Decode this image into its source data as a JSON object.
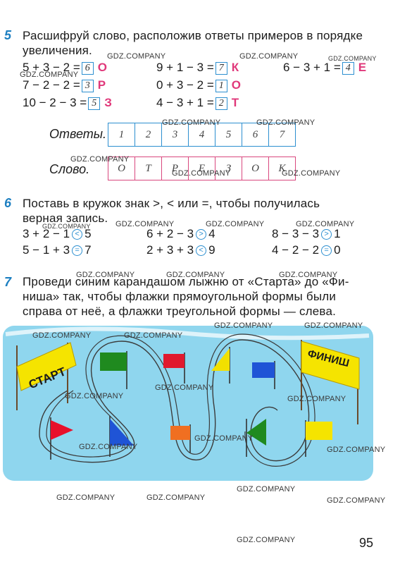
{
  "task5": {
    "number": "5",
    "text_line1": "Расшифруй слово, расположив ответы примеров в порядке",
    "text_line2": "увеличения.",
    "examples": [
      {
        "expr": "5 + 3 − 2 =",
        "answer": "6",
        "letter": "О"
      },
      {
        "expr": "9 + 1 − 3 =",
        "answer": "7",
        "letter": "К"
      },
      {
        "expr": "6 − 3 + 1 =",
        "answer": "4",
        "letter": "Е"
      },
      {
        "expr": "7 − 2 − 2 =",
        "answer": "3",
        "letter": "Р"
      },
      {
        "expr": "0 + 3 − 2 =",
        "answer": "1",
        "letter": "О"
      },
      {
        "expr": "10 − 2 − 3 =",
        "answer": "5",
        "letter": "З"
      },
      {
        "expr": "4 − 3 + 1 =",
        "answer": "2",
        "letter": "Т"
      }
    ],
    "answers_label": "Ответы.",
    "answers": [
      "1",
      "2",
      "3",
      "4",
      "5",
      "6",
      "7"
    ],
    "word_label": "Слово.",
    "word": [
      "О",
      "Т",
      "Р",
      "Е",
      "З",
      "О",
      "К"
    ]
  },
  "task6": {
    "number": "6",
    "text_line1": "Поставь в кружок знак >, < или =, чтобы получилась",
    "text_line2": "верная запись.",
    "items": [
      {
        "left": "3 + 2 − 1",
        "sign": "<",
        "right": "5"
      },
      {
        "left": "6 + 2 − 3",
        "sign": ">",
        "right": "4"
      },
      {
        "left": "8 − 3 − 3",
        "sign": ">",
        "right": "1"
      },
      {
        "left": "5 − 1 + 3",
        "sign": "=",
        "right": "7"
      },
      {
        "left": "2 + 3 + 3",
        "sign": "<",
        "right": "9"
      },
      {
        "left": "4 − 2 − 2",
        "sign": "=",
        "right": "0"
      }
    ]
  },
  "task7": {
    "number": "7",
    "text_line1": "Проведи синим карандашом лыжню от «Старта» до «Фи-",
    "text_line2": "ниша» так, чтобы флажки прямоугольной формы были",
    "text_line3": "справа от неё, а флажки треугольной формы — слева.",
    "start_label": "СТАРТ",
    "finish_label": "ФИНИШ"
  },
  "watermark": "GDZ.COMPANY",
  "page_number": "95",
  "colors": {
    "accent_blue": "#1d7fc1",
    "letter_pink": "#e0387a",
    "panel": "#8fd6ee",
    "banner": "#f5e400"
  }
}
